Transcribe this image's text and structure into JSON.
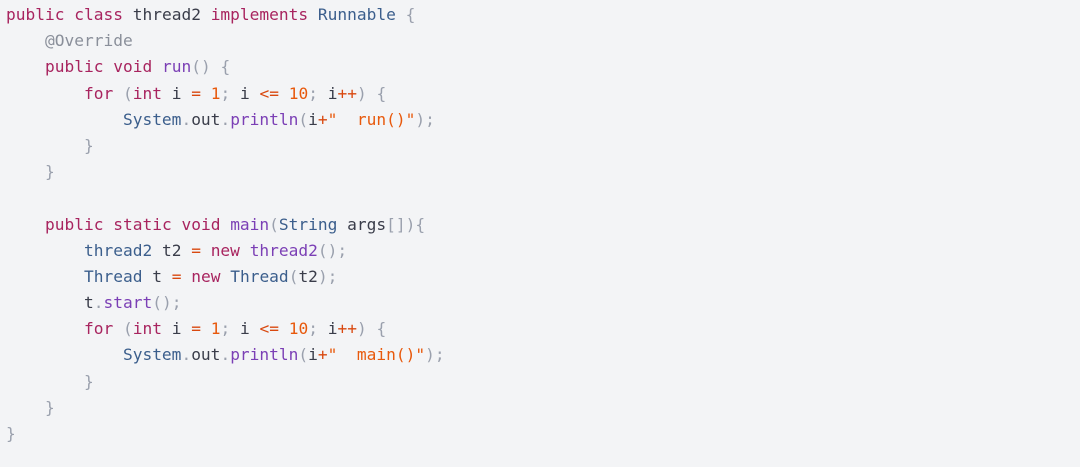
{
  "code": {
    "language": "java",
    "lines": [
      [
        [
          "kw",
          "public"
        ],
        [
          "tx",
          " "
        ],
        [
          "kw",
          "class"
        ],
        [
          "tx",
          " thread2 "
        ],
        [
          "kw",
          "implements"
        ],
        [
          "tx",
          " "
        ],
        [
          "cl",
          "Runnable"
        ],
        [
          "tx",
          " "
        ],
        [
          "pn",
          "{"
        ]
      ],
      [
        [
          "tx",
          "    "
        ],
        [
          "an",
          "@Override"
        ]
      ],
      [
        [
          "tx",
          "    "
        ],
        [
          "kw",
          "public"
        ],
        [
          "tx",
          " "
        ],
        [
          "kw",
          "void"
        ],
        [
          "tx",
          " "
        ],
        [
          "fn",
          "run"
        ],
        [
          "pn",
          "()"
        ],
        [
          "tx",
          " "
        ],
        [
          "pn",
          "{"
        ]
      ],
      [
        [
          "tx",
          "        "
        ],
        [
          "kw",
          "for"
        ],
        [
          "tx",
          " "
        ],
        [
          "pn",
          "("
        ],
        [
          "kw",
          "int"
        ],
        [
          "tx",
          " i "
        ],
        [
          "op",
          "="
        ],
        [
          "tx",
          " "
        ],
        [
          "num",
          "1"
        ],
        [
          "pn",
          ";"
        ],
        [
          "tx",
          " i "
        ],
        [
          "op",
          "<="
        ],
        [
          "tx",
          " "
        ],
        [
          "num",
          "10"
        ],
        [
          "pn",
          ";"
        ],
        [
          "tx",
          " i"
        ],
        [
          "op",
          "++"
        ],
        [
          "pn",
          ")"
        ],
        [
          "tx",
          " "
        ],
        [
          "pn",
          "{"
        ]
      ],
      [
        [
          "tx",
          "            "
        ],
        [
          "cl",
          "System"
        ],
        [
          "pn",
          "."
        ],
        [
          "tx",
          "out"
        ],
        [
          "pn",
          "."
        ],
        [
          "fn",
          "println"
        ],
        [
          "pn",
          "("
        ],
        [
          "tx",
          "i"
        ],
        [
          "op",
          "+"
        ],
        [
          "str",
          "\"  run()\""
        ],
        [
          "pn",
          ");"
        ]
      ],
      [
        [
          "tx",
          "        "
        ],
        [
          "pn",
          "}"
        ]
      ],
      [
        [
          "tx",
          "    "
        ],
        [
          "pn",
          "}"
        ]
      ],
      [
        [
          "tx",
          ""
        ]
      ],
      [
        [
          "tx",
          "    "
        ],
        [
          "kw",
          "public"
        ],
        [
          "tx",
          " "
        ],
        [
          "kw",
          "static"
        ],
        [
          "tx",
          " "
        ],
        [
          "kw",
          "void"
        ],
        [
          "tx",
          " "
        ],
        [
          "fn",
          "main"
        ],
        [
          "pn",
          "("
        ],
        [
          "cl",
          "String"
        ],
        [
          "tx",
          " args"
        ],
        [
          "pn",
          "[])"
        ],
        [
          "pn",
          "{"
        ]
      ],
      [
        [
          "tx",
          "        "
        ],
        [
          "cl",
          "thread2"
        ],
        [
          "tx",
          " t2 "
        ],
        [
          "op",
          "="
        ],
        [
          "tx",
          " "
        ],
        [
          "kw",
          "new"
        ],
        [
          "tx",
          " "
        ],
        [
          "fn",
          "thread2"
        ],
        [
          "pn",
          "();"
        ]
      ],
      [
        [
          "tx",
          "        "
        ],
        [
          "cl",
          "Thread"
        ],
        [
          "tx",
          " t "
        ],
        [
          "op",
          "="
        ],
        [
          "tx",
          " "
        ],
        [
          "kw",
          "new"
        ],
        [
          "tx",
          " "
        ],
        [
          "cl",
          "Thread"
        ],
        [
          "pn",
          "("
        ],
        [
          "tx",
          "t2"
        ],
        [
          "pn",
          ");"
        ]
      ],
      [
        [
          "tx",
          "        t"
        ],
        [
          "pn",
          "."
        ],
        [
          "fn",
          "start"
        ],
        [
          "pn",
          "();"
        ]
      ],
      [
        [
          "tx",
          "        "
        ],
        [
          "kw",
          "for"
        ],
        [
          "tx",
          " "
        ],
        [
          "pn",
          "("
        ],
        [
          "kw",
          "int"
        ],
        [
          "tx",
          " i "
        ],
        [
          "op",
          "="
        ],
        [
          "tx",
          " "
        ],
        [
          "num",
          "1"
        ],
        [
          "pn",
          ";"
        ],
        [
          "tx",
          " i "
        ],
        [
          "op",
          "<="
        ],
        [
          "tx",
          " "
        ],
        [
          "num",
          "10"
        ],
        [
          "pn",
          ";"
        ],
        [
          "tx",
          " i"
        ],
        [
          "op",
          "++"
        ],
        [
          "pn",
          ")"
        ],
        [
          "tx",
          " "
        ],
        [
          "pn",
          "{"
        ]
      ],
      [
        [
          "tx",
          "            "
        ],
        [
          "cl",
          "System"
        ],
        [
          "pn",
          "."
        ],
        [
          "tx",
          "out"
        ],
        [
          "pn",
          "."
        ],
        [
          "fn",
          "println"
        ],
        [
          "pn",
          "("
        ],
        [
          "tx",
          "i"
        ],
        [
          "op",
          "+"
        ],
        [
          "str",
          "\"  main()\""
        ],
        [
          "pn",
          ");"
        ]
      ],
      [
        [
          "tx",
          "        "
        ],
        [
          "pn",
          "}"
        ]
      ],
      [
        [
          "tx",
          "    "
        ],
        [
          "pn",
          "}"
        ]
      ],
      [
        [
          "pn",
          "}"
        ]
      ]
    ]
  },
  "colors": {
    "background": "#f3f4f6",
    "keyword": "#a8245f",
    "method": "#7b3fb5",
    "string": "#e8590c",
    "number": "#e8590c",
    "punctuation": "#9aa0ad",
    "annotation": "#8a8f9a"
  }
}
